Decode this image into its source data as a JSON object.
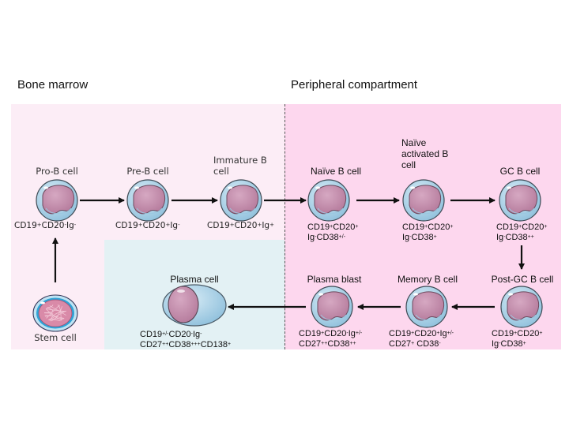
{
  "regions": {
    "bone_marrow": {
      "title": "Bone marrow"
    },
    "peripheral": {
      "title": "Peripheral compartment"
    }
  },
  "colors": {
    "bone_marrow_bg": "#fcedf6",
    "peripheral_bg": "#fdd7ee",
    "plasma_zone_bg": "#e3f1f4",
    "cell_membrane": "#a9d2e8",
    "cell_nucleus": "#c58fae",
    "arrow": "#111111"
  },
  "cells": [
    {
      "id": "stem",
      "name": "Stem cell",
      "markers": []
    },
    {
      "id": "pro-b",
      "name": "Pro-B cell",
      "markers": [
        [
          [
            "CD19",
            "+"
          ],
          [
            "CD20",
            "-"
          ],
          [
            "Ig",
            "-"
          ]
        ]
      ]
    },
    {
      "id": "pre-b",
      "name": "Pre-B cell",
      "markers": [
        [
          [
            "CD19",
            "+"
          ],
          [
            "CD20",
            "+"
          ],
          [
            "Ig",
            "-"
          ]
        ]
      ]
    },
    {
      "id": "immature-b",
      "name": "Immature B\ncell",
      "markers": [
        [
          [
            "CD19",
            "+"
          ],
          [
            "CD20",
            "+"
          ],
          [
            "Ig",
            "+"
          ]
        ]
      ]
    },
    {
      "id": "naive-b",
      "name": "Naïve B cell",
      "markers": [
        [
          [
            "CD19",
            "+"
          ],
          [
            "CD20",
            "+"
          ]
        ],
        [
          [
            "Ig",
            "-"
          ],
          [
            "CD38",
            "+/-"
          ]
        ]
      ]
    },
    {
      "id": "naive-activated-b",
      "name": "Naïve\nactivated B\ncell",
      "markers": [
        [
          [
            "CD19",
            "+"
          ],
          [
            "CD20",
            "+"
          ]
        ],
        [
          [
            "Ig",
            "-"
          ],
          [
            "CD38",
            "+"
          ]
        ]
      ]
    },
    {
      "id": "gc-b",
      "name": "GC B cell",
      "markers": [
        [
          [
            "CD19",
            "+"
          ],
          [
            "CD20",
            "+"
          ]
        ],
        [
          [
            "Ig",
            "-"
          ],
          [
            "CD38",
            "++"
          ]
        ]
      ]
    },
    {
      "id": "post-gc-b",
      "name": "Post-GC B cell",
      "markers": [
        [
          [
            "CD19",
            "+"
          ],
          [
            "CD20",
            "+"
          ]
        ],
        [
          [
            "Ig",
            "-"
          ],
          [
            "CD38",
            "+"
          ]
        ]
      ]
    },
    {
      "id": "memory-b",
      "name": "Memory B cell",
      "markers": [
        [
          [
            "CD19",
            "+"
          ],
          [
            "CD20",
            "+"
          ],
          [
            "Ig",
            "+/-"
          ]
        ],
        [
          [
            "CD27",
            "+"
          ],
          [
            " CD38",
            "-"
          ]
        ]
      ]
    },
    {
      "id": "plasma-blast",
      "name": "Plasma blast",
      "markers": [
        [
          [
            "CD19",
            "+"
          ],
          [
            "CD20",
            "-"
          ],
          [
            "Ig",
            "+/-"
          ]
        ],
        [
          [
            "CD27",
            "++"
          ],
          [
            "CD38",
            "++"
          ]
        ]
      ]
    },
    {
      "id": "plasma",
      "name": "Plasma cell",
      "markers": [
        [
          [
            "CD19",
            "+/-"
          ],
          [
            "CD20",
            "-"
          ],
          [
            "Ig",
            "-"
          ]
        ],
        [
          [
            "CD27",
            "++"
          ],
          [
            "CD38",
            "+++"
          ],
          [
            "CD138",
            "+"
          ]
        ]
      ]
    }
  ],
  "flow": [
    [
      "stem",
      "pro-b"
    ],
    [
      "pro-b",
      "pre-b"
    ],
    [
      "pre-b",
      "immature-b"
    ],
    [
      "immature-b",
      "naive-b"
    ],
    [
      "naive-b",
      "naive-activated-b"
    ],
    [
      "naive-activated-b",
      "gc-b"
    ],
    [
      "gc-b",
      "post-gc-b"
    ],
    [
      "post-gc-b",
      "memory-b"
    ],
    [
      "memory-b",
      "plasma-blast"
    ],
    [
      "plasma-blast",
      "plasma"
    ]
  ]
}
